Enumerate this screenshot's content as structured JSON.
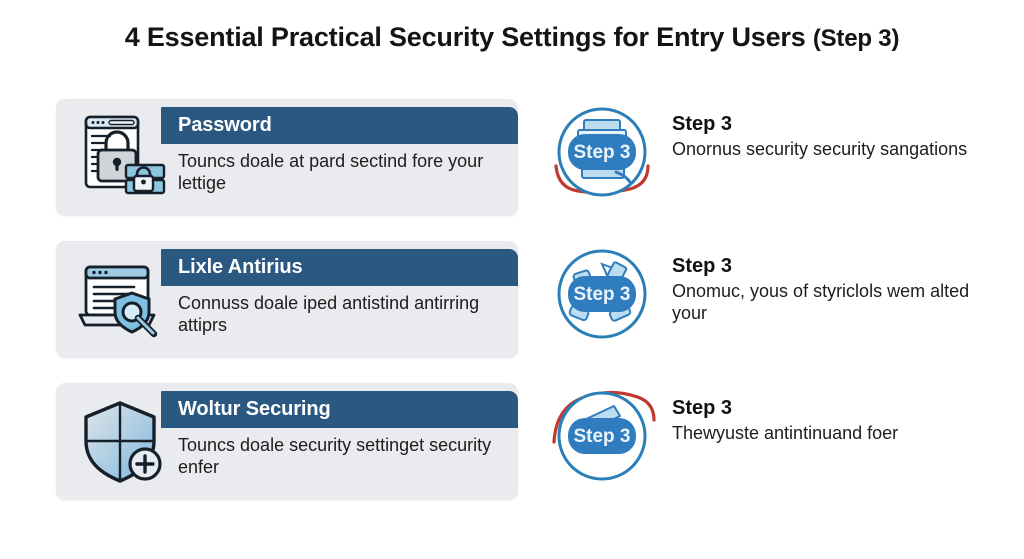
{
  "header": {
    "title_main": "4 Essential Practical Security Settings for Entry Users ",
    "title_suffix": "(Step 3)"
  },
  "colors": {
    "header_bar": "#2a5880",
    "card_bg": "#e9ebee",
    "badge_blue": "#2f7cbf",
    "badge_ring": "#2a7fb8",
    "badge_accent": "#a9d4ee",
    "red_arc": "#c0392f",
    "page_bg": "#ffffff",
    "text_dark": "#1d1d1d"
  },
  "cards": [
    {
      "icon": "browser-padlock-icon",
      "title": "Password",
      "body": "Touncs doale at pard sectind fore your lettige"
    },
    {
      "icon": "laptop-shield-magnifier-icon",
      "title": "Lixle Antirius",
      "body": "Connuss doale iped antistind antirring attiprs"
    },
    {
      "icon": "shield-plus-icon",
      "title": "Woltur Securing",
      "body": "Touncs doale security settinget security enfer"
    }
  ],
  "steps": [
    {
      "badge_label": "Step 3",
      "title": "Step 3",
      "desc": "Onornus security security sangations",
      "red_arc": "bottom-left"
    },
    {
      "badge_label": "Step 3",
      "title": "Step 3",
      "desc": "Onomuc, yous of styriclols wem alted your",
      "red_arc": "none"
    },
    {
      "badge_label": "Step 3",
      "title": "Step 3",
      "desc": "Thewyuste antintinuand foer",
      "red_arc": "top-left"
    }
  ]
}
